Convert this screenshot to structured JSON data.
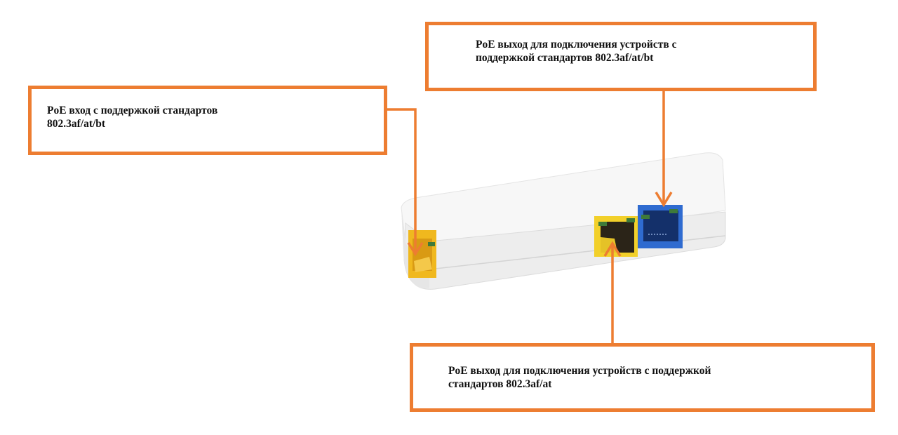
{
  "diagram": {
    "title": "",
    "accent_color": "#ED7D31",
    "callouts": [
      {
        "id": "top",
        "text": "PoE выход для подключения устройств с поддержкой стандартов 802.3af/at/bt",
        "lines": [
          "PoE выход для подключения устройств с",
          "поддержкой стандартов 802.3af/at/bt"
        ],
        "points_to": "blue-rj45-port"
      },
      {
        "id": "left",
        "text": "PoE вход с поддержкой стандартов 802.3af/at/bt",
        "lines": [
          "PoE вход с поддержкой стандартов",
          "802.3af/at/bt"
        ],
        "points_to": "side-yellow-rj45-port"
      },
      {
        "id": "bottom",
        "text": "PoE выход для подключения устройств с поддержкой стандартов 802.3af/at",
        "lines": [
          "PoE выход для подключения устройств с поддержкой",
          "стандартов 802.3af/at"
        ],
        "points_to": "front-yellow-rj45-port"
      }
    ],
    "device": {
      "name": "PoE extender",
      "body_color": "#F2F2F2",
      "ports": [
        {
          "id": "side-yellow-rj45-port",
          "color": "#F2C230",
          "role": "PoE input"
        },
        {
          "id": "front-yellow-rj45-port",
          "color": "#F2D02A",
          "role": "PoE output"
        },
        {
          "id": "blue-rj45-port",
          "color": "#2F6BD0",
          "role": "PoE output"
        }
      ]
    }
  }
}
